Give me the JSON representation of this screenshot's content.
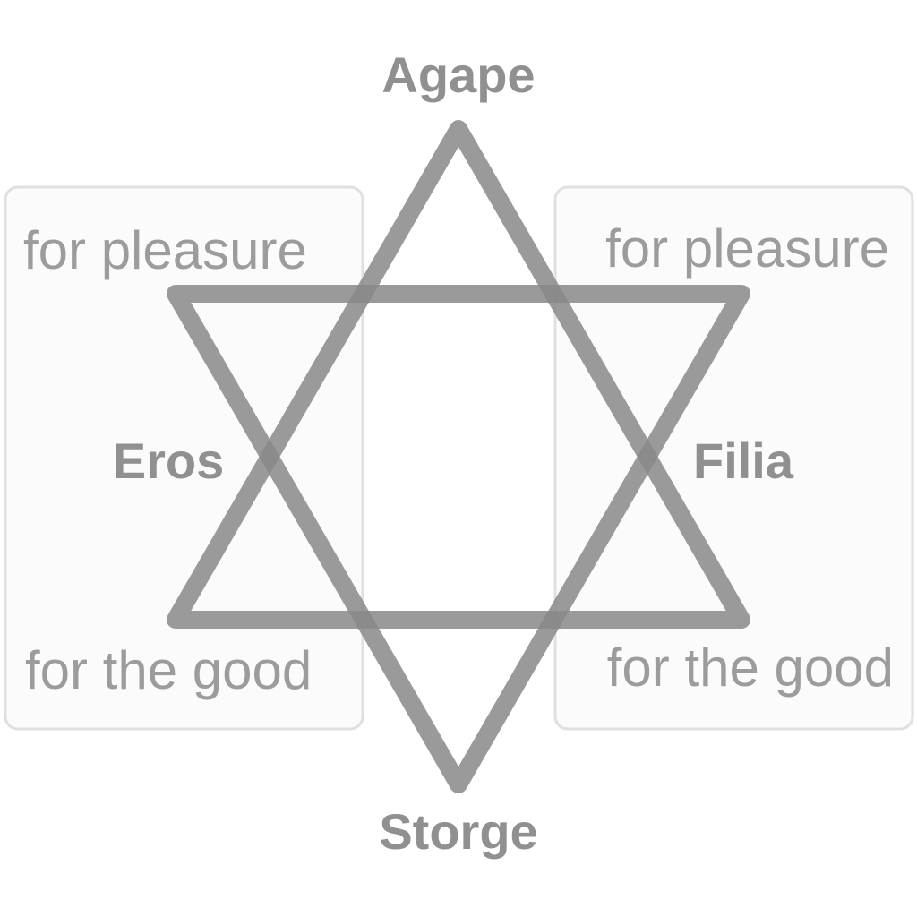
{
  "top_label": "Agape",
  "bottom_label": "Storge",
  "left_panel": {
    "title": "Eros",
    "top_text": "for pleasure",
    "bottom_text": "for the good"
  },
  "right_panel": {
    "title": "Filia",
    "top_text": "for pleasure",
    "bottom_text": "for the good"
  },
  "colors": {
    "star_stroke": "#888888",
    "text": "#909090",
    "panel_border": "#e0e0e0",
    "panel_fill": "#f7f7f7"
  }
}
